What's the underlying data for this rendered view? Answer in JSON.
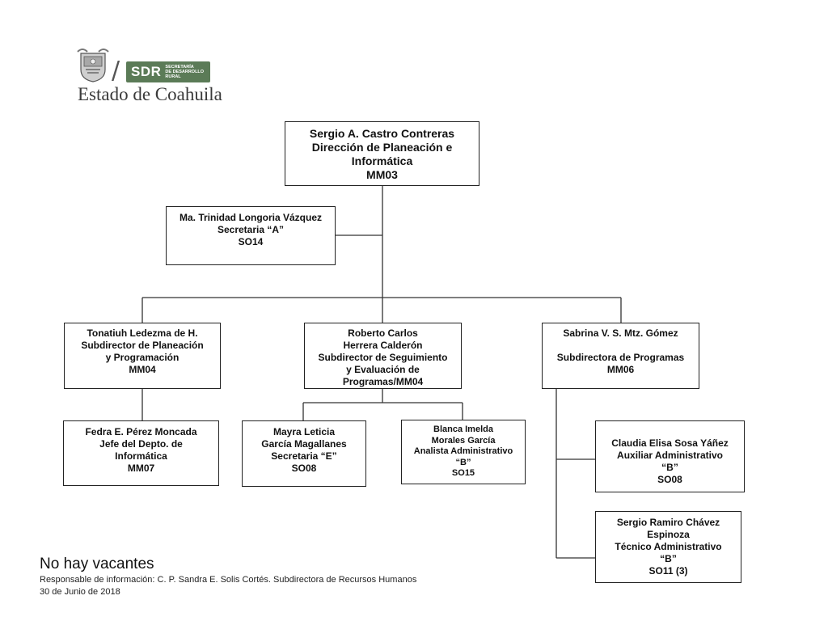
{
  "logo": {
    "seal_icon": "coat-of-arms-seal",
    "sdr": "SDR",
    "sdr_subtitle": [
      "SECRETARÍA",
      "DE DESARROLLO",
      "RURAL"
    ],
    "estado": "Estado de Coahuila",
    "brand_color": "#5b7b57"
  },
  "nodes": {
    "director": [
      "Sergio A. Castro Contreras",
      "Dirección de Planeación e",
      "Informática",
      "MM03"
    ],
    "secretaria_a": [
      "Ma. Trinidad Longoria Vázquez",
      "Secretaria “A”",
      "SO14"
    ],
    "planeacion": [
      "Tonatiuh Ledezma de H.",
      "Subdirector de Planeación",
      "y Programación",
      "MM04"
    ],
    "seguimiento": [
      "Roberto Carlos",
      "Herrera  Calderón",
      "Subdirector de Seguimiento",
      "y Evaluación de",
      "Programas/MM04"
    ],
    "programas": [
      "Sabrina V. S. Mtz. Gómez",
      "",
      "Subdirectora de Programas",
      "MM06"
    ],
    "informatica": [
      "Fedra E. Pérez Moncada",
      "Jefe del Depto. de",
      "Informática",
      "MM07"
    ],
    "secretaria_e": [
      "Mayra Leticia",
      "García Magallanes",
      "Secretaria “E”",
      "SO08"
    ],
    "analista": [
      "Blanca Imelda",
      "Morales García",
      "Analista Administrativo",
      "“B”",
      "SO15"
    ],
    "auxiliar": [
      "Claudia Elisa Sosa Yáñez",
      "Auxiliar Administrativo",
      "“B”",
      "SO08"
    ],
    "tecnico": [
      "Sergio Ramiro Chávez",
      "Espinoza",
      "Técnico Administrativo",
      "“B”",
      "SO11 (3)"
    ]
  },
  "footer": {
    "title": "No  hay vacantes",
    "responsable": "Responsable de información: C. P. Sandra E. Solis Cortés. Subdirectora de Recursos Humanos",
    "date": "30 de Junio de 2018"
  }
}
